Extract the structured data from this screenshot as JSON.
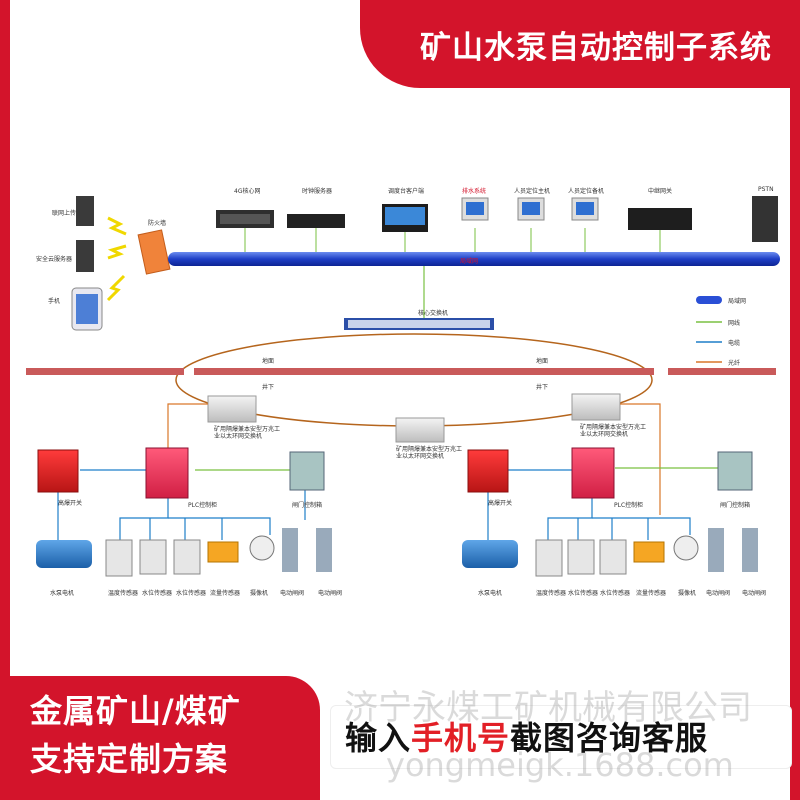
{
  "header": {
    "title": "矿山水泵自动控制子系统"
  },
  "network": {
    "left_devices": [
      "联网上传",
      "安全云服务器",
      "手机"
    ],
    "firewall": "防火墙",
    "top_devices": [
      "4G核心网",
      "时钟服务器",
      "调度台客户端",
      "排水系统",
      "人员定位主机",
      "人员定位备机",
      "中继网关",
      "PSTN"
    ],
    "bus_label": "局域网",
    "core_switch": "核心交换机",
    "ground_left": "地面",
    "ground_right": "地面",
    "underground_left": "井下",
    "underground_right": "井下",
    "ring_switch_left": "矿用隔爆兼本安型万兆工业以太环网交换机",
    "ring_switch_middle": "矿用隔爆兼本安型万兆工业以太环网交换机",
    "ring_switch_right": "矿用隔爆兼本安型万兆工业以太环网交换机"
  },
  "legend": [
    {
      "label": "局域网",
      "color": "#2a4fd6"
    },
    {
      "label": "网线",
      "color": "#7ac142"
    },
    {
      "label": "电缆",
      "color": "#1f7fc9"
    },
    {
      "label": "光纤",
      "color": "#d9772a"
    }
  ],
  "units": [
    {
      "switch_label": "高爆开关",
      "plc_label": "PLC控制柜",
      "valve_cabinet_label": "闸门控制箱",
      "equipment": [
        "水泵电机",
        "温度传感器",
        "水位传感器",
        "水位传感器",
        "流量传感器",
        "摄像机",
        "电动闸阀",
        "电动闸阀"
      ]
    },
    {
      "switch_label": "高爆开关",
      "plc_label": "PLC控制柜",
      "valve_cabinet_label": "闸门控制箱",
      "equipment": [
        "水泵电机",
        "温度传感器",
        "水位传感器",
        "水位传感器",
        "流量传感器",
        "摄像机",
        "电动闸阀",
        "电动闸阀"
      ]
    }
  ],
  "banner": {
    "left_line1": "金属矿山/煤矿",
    "left_line2": "支持定制方案",
    "right_pre": "输入",
    "right_highlight": "手机号",
    "right_post": "截图咨询客服",
    "watermark_company": "济宁永煤工矿机械有限公司",
    "watermark_url": "yongmeigk.1688.com"
  }
}
